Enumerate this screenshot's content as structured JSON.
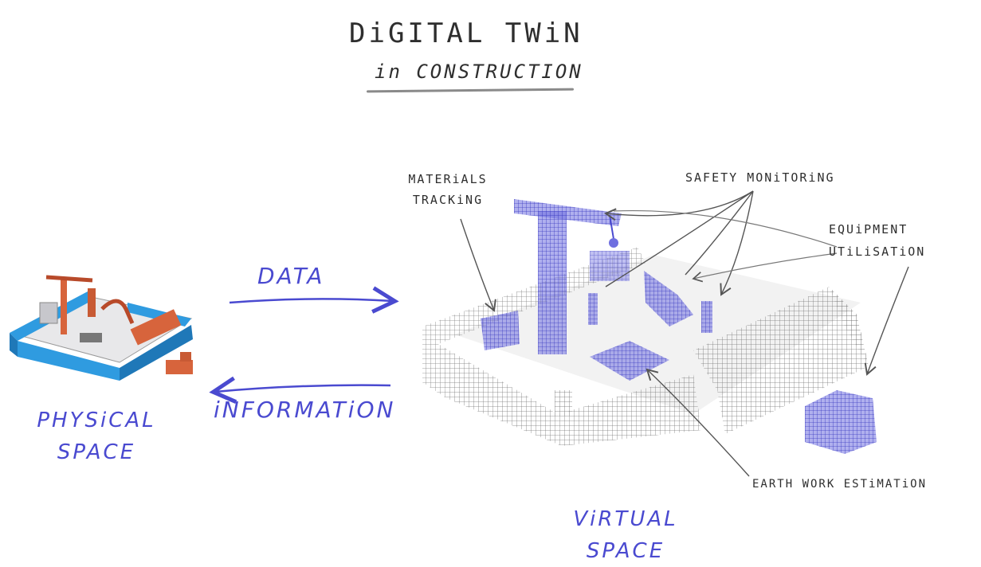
{
  "header": {
    "title": "DiGITAL TWiN",
    "subtitle": "in CONSTRUCTION"
  },
  "spaces": {
    "physical": {
      "line1": "PHYSiCAL",
      "line2": "SPACE"
    },
    "virtual": {
      "line1": "ViRTUAL",
      "line2": "SPACE"
    }
  },
  "flows": {
    "data": "DATA",
    "information": "iNFORMATiON"
  },
  "annotations": {
    "materials_line1": "MATERiALS",
    "materials_line2": "TRACKiNG",
    "safety": "SAFETY MONiTORiNG",
    "equipment_line1": "EQUiPMENT",
    "equipment_line2": "UTiLiSATiON",
    "earthwork": "EARTH WORK ESTiMATiON"
  },
  "colors": {
    "accent_blue": "#4a4ad0",
    "physical_blue": "#2f9be0",
    "physical_orange": "#d7643c",
    "sketch_gray": "#6a6a6a"
  }
}
